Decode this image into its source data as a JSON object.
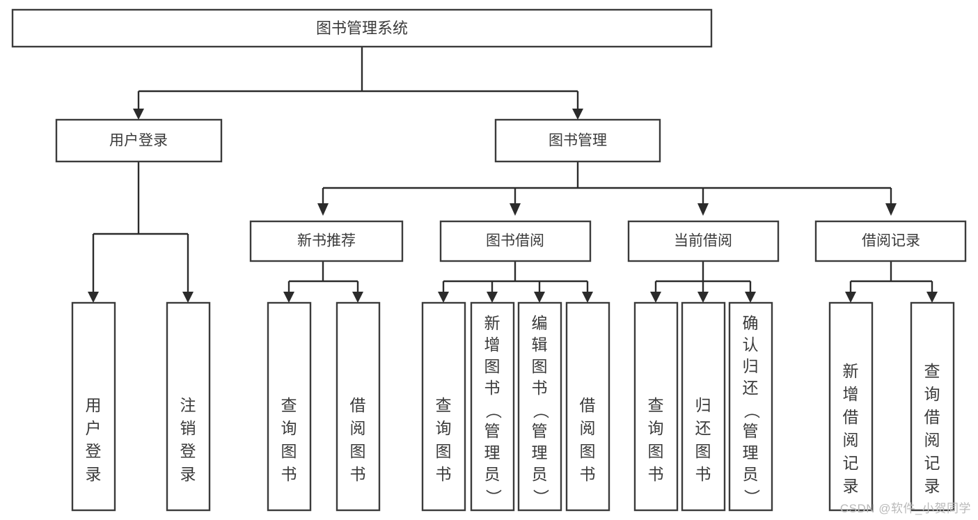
{
  "diagram": {
    "type": "tree-hierarchy",
    "title": "图书管理系统",
    "watermark": "CSDN @软件_小贺同学",
    "colors": {
      "box_stroke": "#3b3b3b",
      "box_fill": "#ffffff",
      "connector": "#2b2b2b",
      "text": "#3a3a3a",
      "watermark": "#b9b9b9",
      "background": "#ffffff"
    },
    "root": {
      "label": "图书管理系统"
    },
    "level2": [
      {
        "label": "用户登录"
      },
      {
        "label": "图书管理"
      }
    ],
    "level3": [
      {
        "label": "新书推荐"
      },
      {
        "label": "图书借阅"
      },
      {
        "label": "当前借阅"
      },
      {
        "label": "借阅记录"
      }
    ],
    "leaves": {
      "user_login": [
        {
          "label": "用户登录"
        },
        {
          "label": "注销登录"
        }
      ],
      "new_book_recommend": [
        {
          "label": "查询图书"
        },
        {
          "label": "借阅图书"
        }
      ],
      "book_borrow": [
        {
          "label": "查询图书"
        },
        {
          "label": "新增图书（管理员）"
        },
        {
          "label": "编辑图书（管理员）"
        },
        {
          "label": "借阅图书"
        }
      ],
      "current_borrow": [
        {
          "label": "查询图书"
        },
        {
          "label": "归还图书"
        },
        {
          "label": "确认归还（管理员）"
        }
      ],
      "borrow_record": [
        {
          "label": "新增借阅记录"
        },
        {
          "label": "查询借阅记录"
        }
      ]
    }
  }
}
